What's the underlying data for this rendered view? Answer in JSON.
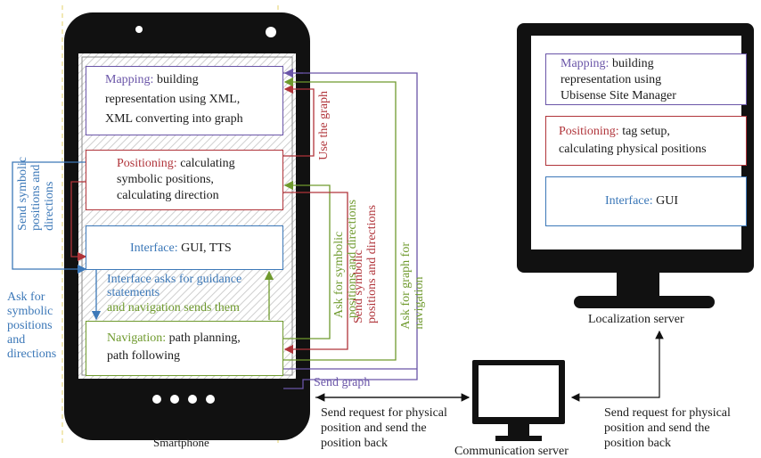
{
  "phone": {
    "caption": "Smartphone",
    "mapping": {
      "key": "Mapping:",
      "rest1": " building",
      "rest2": "representation using XML,",
      "rest3": "XML converting into graph"
    },
    "positioning": {
      "key": "Positioning:",
      "rest1": " calculating",
      "rest2": "symbolic positions,",
      "rest3": "calculating direction"
    },
    "interface": {
      "key": "Interface:",
      "rest": " GUI, TTS"
    },
    "navigation": {
      "key": "Navigation:",
      "rest1": " path planning,",
      "rest2": "path following"
    },
    "guidance1": "Interface asks for guidance",
    "guidance2": "statements",
    "guidance3": "and navigation sends them"
  },
  "server": {
    "caption": "Localization server",
    "mapping": {
      "key": "Mapping:",
      "rest1": " building",
      "rest2": "representation using",
      "rest3": "Ubisense Site Manager"
    },
    "positioning": {
      "key": "Positioning:",
      "rest1": " tag setup,",
      "rest2": "calculating physical positions"
    },
    "interface": {
      "key": "Interface:",
      "rest": " GUI"
    }
  },
  "comm": {
    "caption": "Communication server"
  },
  "labels": {
    "send_symbolic_left": "Send symbolic\npositions and\ndirections",
    "ask_symbolic_left1": "Ask for",
    "ask_symbolic_left2": "symbolic",
    "ask_symbolic_left3": "positions",
    "ask_symbolic_left4": "and",
    "ask_symbolic_left5": "directions",
    "use_graph": "Use the graph",
    "ask_symbolic_right": "Ask for symbolic\npositions and directions",
    "send_symbolic_right": "Send symbolic\npositions and directions",
    "ask_graph": "Ask for graph for\nnavigation",
    "send_graph": "Send graph",
    "request_left1": "Send request for physical",
    "request_left2": "position and send the",
    "request_left3": "position back",
    "request_right1": "Send request for physical",
    "request_right2": "position and send the",
    "request_right3": "position back"
  },
  "colors": {
    "mapping": "#6a55a8",
    "positioning": "#b0343a",
    "interface": "#3c78b8",
    "navigation": "#6f9a2e",
    "device": "#111111"
  }
}
